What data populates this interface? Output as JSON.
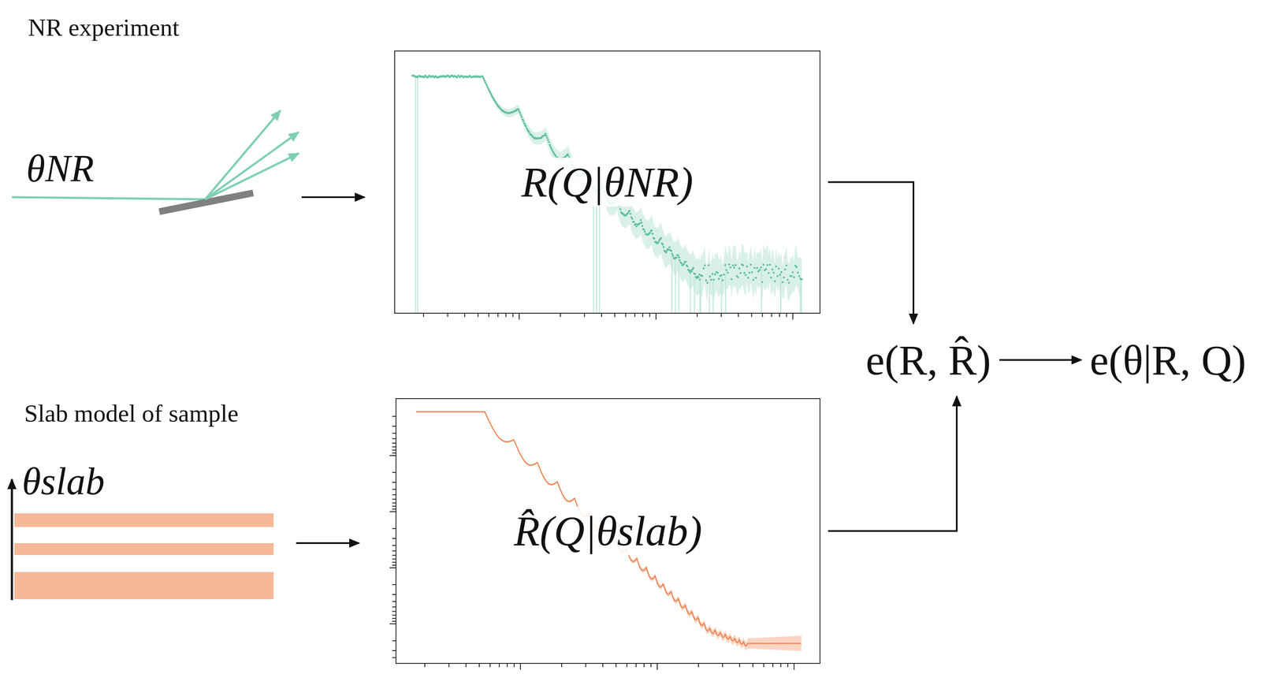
{
  "diagram": {
    "nodes": [
      {
        "text": [
          "R(Q|θNR)"
        ]
      },
      {
        "text": [
          "R̂(Q|θslab)"
        ]
      },
      {
        "text": [
          "e(R, R̂)"
        ]
      },
      {
        "text": [
          "e(θ|R, Q)"
        ]
      }
    ],
    "edges": [
      {
        "from": 0,
        "to": 2,
        "arrow": "to"
      },
      {
        "from": 1,
        "to": 2,
        "arrow": "to"
      },
      {
        "from": 2,
        "to": 3,
        "arrow": "to"
      }
    ],
    "labels": [
      "NR experiment",
      "θNR",
      "Slab model of sample",
      "θslab"
    ]
  }
}
